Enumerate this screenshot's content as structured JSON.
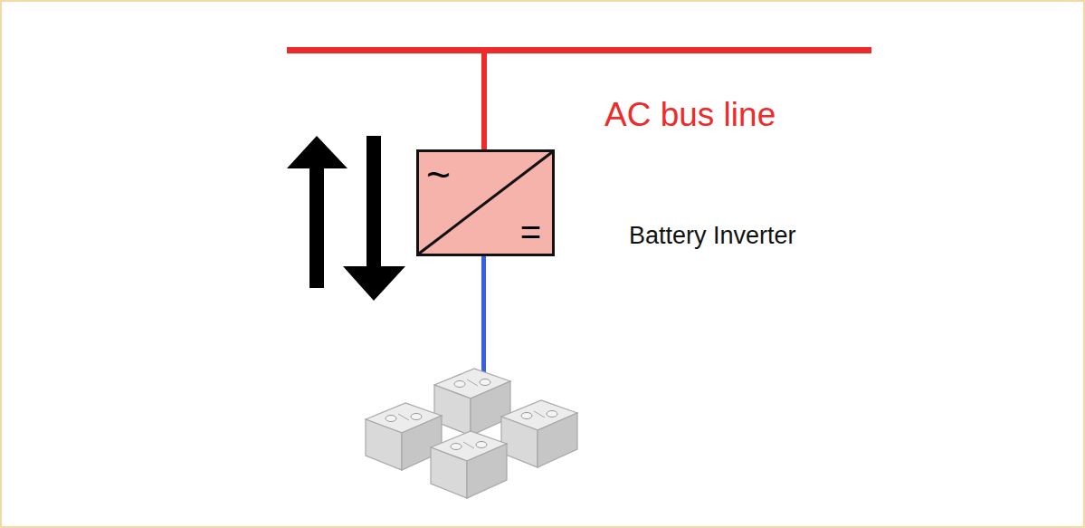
{
  "diagram": {
    "nodes": [
      {
        "text": [
          "~",
          "="
        ]
      }
    ],
    "labels": [
      "AC bus line",
      "Battery Inverter"
    ]
  }
}
